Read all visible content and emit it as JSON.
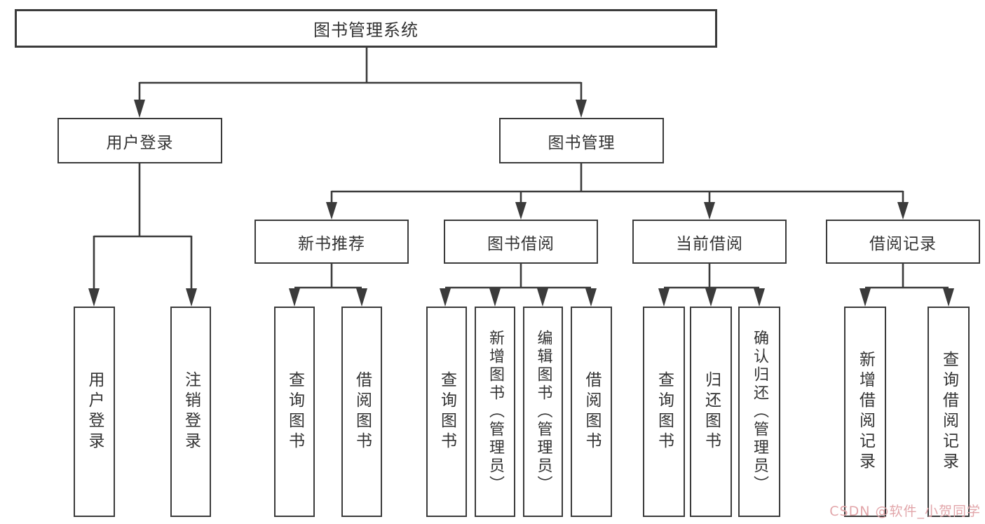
{
  "diagram": {
    "title": "图书管理系统",
    "nodes": {
      "root": "图书管理系统",
      "user_login": "用户登录",
      "book_mgmt": "图书管理",
      "new_book_rec": "新书推荐",
      "book_borrow": "图书借阅",
      "current_borrow": "当前借阅",
      "borrow_records": "借阅记录",
      "ul_user_login": "用户登录",
      "ul_logout": "注销登录",
      "nb_query_book": "查询图书",
      "nb_borrow_book": "借阅图书",
      "bb_query_book": "查询图书",
      "bb_add_book": "新增图书（管理员）",
      "bb_edit_book": "编辑图书（管理员）",
      "bb_borrow_book": "借阅图书",
      "cb_query_book": "查询图书",
      "cb_return_book": "归还图书",
      "cb_confirm_return": "确认归还（管理员）",
      "br_add_record": "新增借阅记录",
      "br_query_record": "查询借阅记录"
    },
    "structure": {
      "图书管理系统": [
        "用户登录",
        "图书管理"
      ],
      "用户登录": [
        "用户登录",
        "注销登录"
      ],
      "图书管理": [
        "新书推荐",
        "图书借阅",
        "当前借阅",
        "借阅记录"
      ],
      "新书推荐": [
        "查询图书",
        "借阅图书"
      ],
      "图书借阅": [
        "查询图书",
        "新增图书（管理员）",
        "编辑图书（管理员）",
        "借阅图书"
      ],
      "当前借阅": [
        "查询图书",
        "归还图书",
        "确认归还（管理员）"
      ],
      "借阅记录": [
        "新增借阅记录",
        "查询借阅记录"
      ]
    },
    "watermark": "CSDN @软件_小贺同学",
    "colors": {
      "line": "#3b3b3b",
      "box_border": "#3b3b3b",
      "text": "#333333",
      "watermark": "#e2a6aa",
      "background": "#ffffff"
    }
  }
}
